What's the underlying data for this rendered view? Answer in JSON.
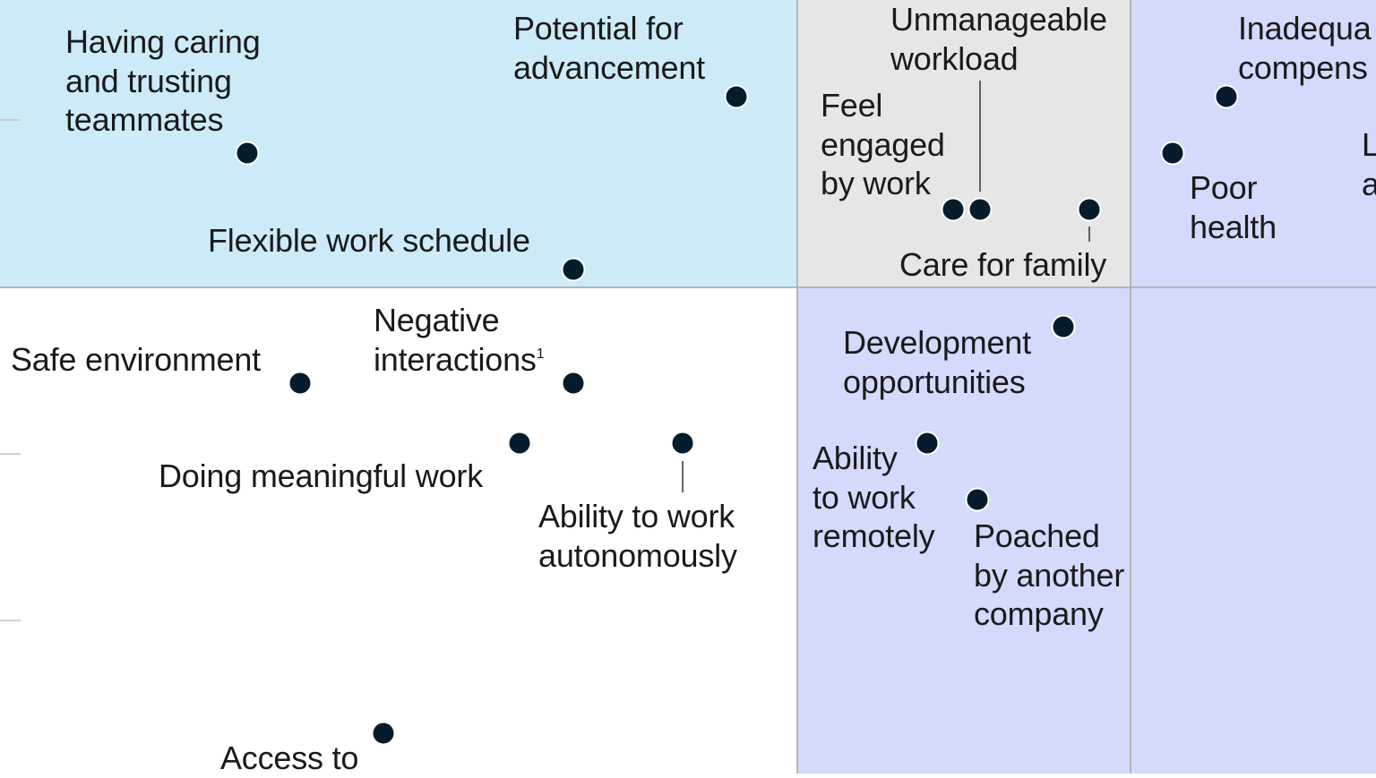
{
  "colors": {
    "quadrant_top_left": "#cdeaf8",
    "quadrant_top_middle": "#e6e6e6",
    "quadrant_top_right": "#d3dafb",
    "quadrant_bottom_left": "#ffffff",
    "quadrant_bottom_middle": "#d3dafb",
    "quadrant_bottom_right": "#d3dafb",
    "divider": "#b5b5b5",
    "tick": "#c4c4c4",
    "marker": "#051c2c",
    "leader_line": "#333333"
  },
  "chart_data": {
    "type": "scatter",
    "title": "",
    "xlabel": "",
    "ylabel": "",
    "grid": false,
    "points": [
      {
        "id": "caring-teammates",
        "label": "Having caring\nand trusting\nteammates"
      },
      {
        "id": "advancement",
        "label": "Potential for\nadvancement"
      },
      {
        "id": "flexible-schedule",
        "label": "Flexible work schedule"
      },
      {
        "id": "unmanageable-workload",
        "label": "Unmanageable\nworkload"
      },
      {
        "id": "feel-engaged",
        "label": "Feel\nengaged\nby work"
      },
      {
        "id": "care-family",
        "label": "Care for family"
      },
      {
        "id": "inadequate-compensation",
        "label": "Inadequa\ncompens"
      },
      {
        "id": "poor-health",
        "label": "Poor\nhealth"
      },
      {
        "id": "partial-right",
        "label": "L\na"
      },
      {
        "id": "safe-environment",
        "label": "Safe environment"
      },
      {
        "id": "negative-interactions",
        "label": "Negative\ninteractions",
        "footnote": "1"
      },
      {
        "id": "meaningful-work",
        "label": "Doing meaningful work"
      },
      {
        "id": "work-autonomously",
        "label": "Ability to work\nautonomously"
      },
      {
        "id": "development",
        "label": "Development\nopportunities"
      },
      {
        "id": "work-remotely",
        "label": "Ability\nto work\nremotely"
      },
      {
        "id": "poached",
        "label": "Poached\nby another\ncompany"
      },
      {
        "id": "access-to",
        "label": "Access to"
      }
    ]
  }
}
